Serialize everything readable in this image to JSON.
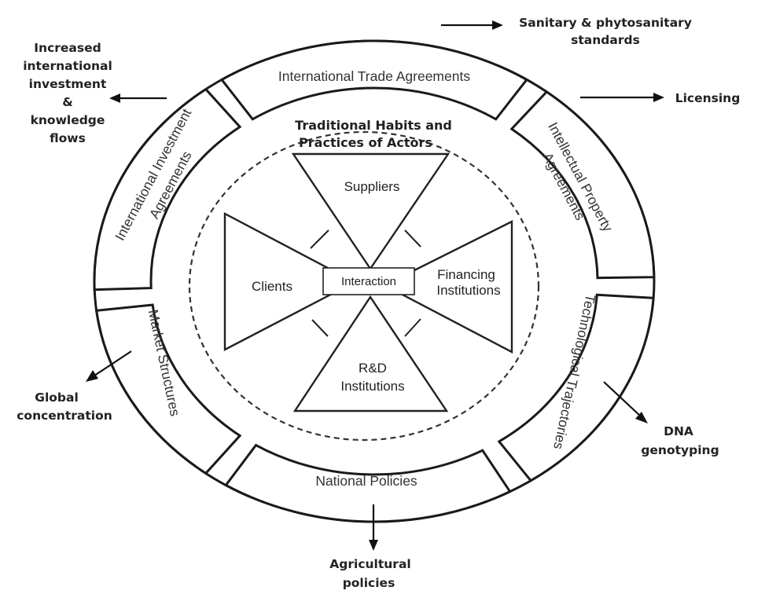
{
  "center": {
    "habits_line1": "Traditional Habits and",
    "habits_line2": "Practices of Actors",
    "interaction": "Interaction"
  },
  "actors": {
    "suppliers": "Suppliers",
    "clients": "Clients",
    "financing_line1": "Financing",
    "financing_line2": "Institutions",
    "rnd_line1": "R&D",
    "rnd_line2": "Institutions"
  },
  "segments": {
    "trade": "International Trade Agreements",
    "ip_line1": "Intellectual Property",
    "ip_line2": "Agreements",
    "tech": "Technological Trajectories",
    "national": "National Policies",
    "market": "Market Structures",
    "invest_line1": "International Investment",
    "invest_line2": "Agreements"
  },
  "outcomes": {
    "sanitary_line1": "Sanitary & phytosanitary",
    "sanitary_line2": "standards",
    "licensing": "Licensing",
    "dna_line1": "DNA",
    "dna_line2": "genotyping",
    "agri_line1": "Agricultural",
    "agri_line2": "policies",
    "global_line1": "Global",
    "global_line2": "concentration",
    "invest_line1": "Increased",
    "invest_line2": "international",
    "invest_line3": "investment",
    "invest_line4": "&",
    "invest_line5": "knowledge",
    "invest_line6": "flows"
  }
}
